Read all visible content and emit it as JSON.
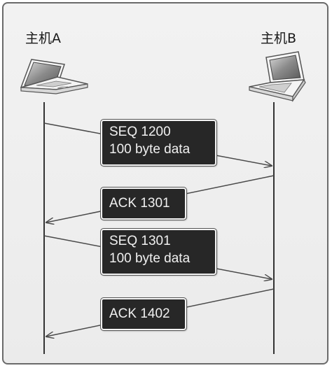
{
  "hosts": {
    "a": {
      "label": "主机A",
      "icon": "laptop-icon"
    },
    "b": {
      "label": "主机B",
      "icon": "laptop-icon"
    }
  },
  "messages": [
    {
      "lines": [
        "SEQ 1200",
        "100 byte data"
      ],
      "direction": "A-to-B"
    },
    {
      "lines": [
        "ACK 1301"
      ],
      "direction": "B-to-A"
    },
    {
      "lines": [
        "SEQ 1301",
        "100 byte data"
      ],
      "direction": "A-to-B"
    },
    {
      "lines": [
        "ACK 1402"
      ],
      "direction": "B-to-A"
    }
  ],
  "colors": {
    "box_fill": "#272727",
    "box_text": "#f0f0f0",
    "line": "#4a4a4a",
    "background": "#efefef"
  }
}
